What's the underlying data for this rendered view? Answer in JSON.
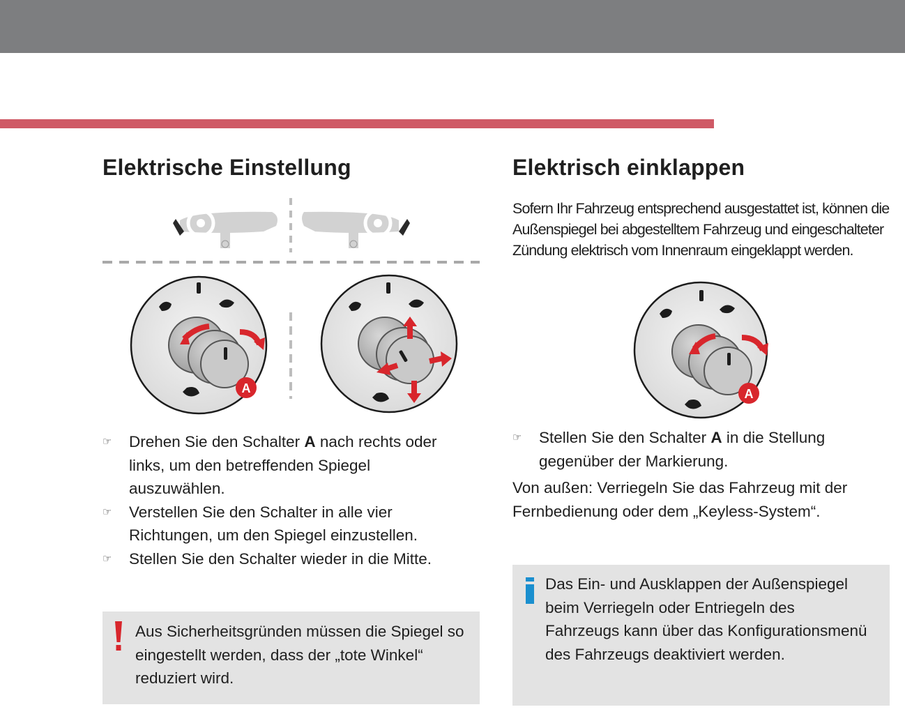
{
  "left": {
    "heading": "Elektrische Einstellung",
    "bullets": [
      {
        "prefix": "Drehen Sie den Schalter ",
        "bold": "A",
        "suffix": " nach rechts oder links, um den betreffenden Spiegel auszuwählen."
      },
      {
        "text": "Verstellen Sie den Schalter in alle vier Richtungen, um den Spiegel einzustellen."
      },
      {
        "text": "Stellen Sie den Schalter wieder in die Mitte."
      }
    ],
    "warning": {
      "icon": "exclamation-icon",
      "text": "Aus Sicherheitsgründen müssen die Spiegel so eingestellt werden, dass der „tote Winkel“ reduziert wird."
    },
    "figure": {
      "switch_label_1": "A"
    }
  },
  "right": {
    "heading": "Elektrisch einklappen",
    "intro": "Sofern Ihr Fahrzeug entsprechend ausgestattet ist, können die Außenspiegel bei abgestelltem Fahrzeug und eingeschalteter Zündung elektrisch vom Innenraum eingeklappt werden.",
    "bullets": [
      {
        "prefix": "Stellen Sie den Schalter ",
        "bold": "A",
        "suffix": " in die Stellung gegenüber der Markierung."
      }
    ],
    "paragraph": "Von außen: Verriegeln Sie das Fahrzeug mit der Fernbedienung oder dem „Keyless-System“.",
    "info": {
      "icon": "info-icon",
      "text": "Das Ein- und Ausklappen der Außenspiegel beim Verriegeln oder Entriegeln des Fahrzeugs kann über das Konfigurationsmenü des Fahrzeugs deaktiviert werden."
    },
    "figure": {
      "switch_label": "A"
    }
  },
  "colors": {
    "header_bar": "#7d7e80",
    "accent_line": "#cf5a66",
    "arrow_red": "#d8262c",
    "note_background": "#e3e3e3",
    "info_blue": "#1a8fcf"
  },
  "icons": {
    "bullet": "pointing-hand-icon"
  }
}
